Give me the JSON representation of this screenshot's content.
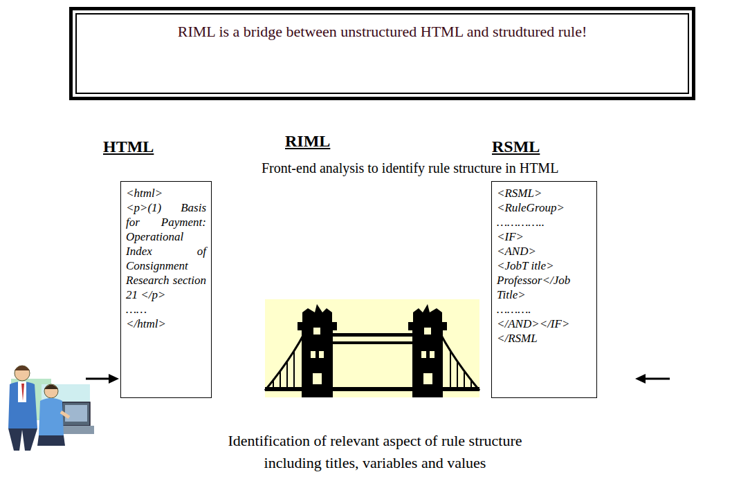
{
  "diagram": {
    "caption": "Identification of relevant aspect of rule structure including titles, variables and values",
    "nodes": [
      {
        "text": [
          "RIML is a bridge between unstructured HTML and strudtured rule!"
        ]
      },
      {
        "text": [
          "HTML",
          "<html>",
          "<p>(1) Basis for Payment: Operational Index of Consignment Research section 21 </p>",
          "……",
          "</html>"
        ]
      },
      {
        "text": [
          "RSML",
          "<RSML>",
          "<RuleGroup>",
          "…………..",
          "<IF>",
          "<AND>",
          "<JobT itle> Professor</Job Title>",
          "……….",
          "</AND></IF>",
          "</RSML"
        ]
      }
    ],
    "labels": [
      "RIML",
      "Front-end analysis to identify rule structure in HTML"
    ]
  }
}
